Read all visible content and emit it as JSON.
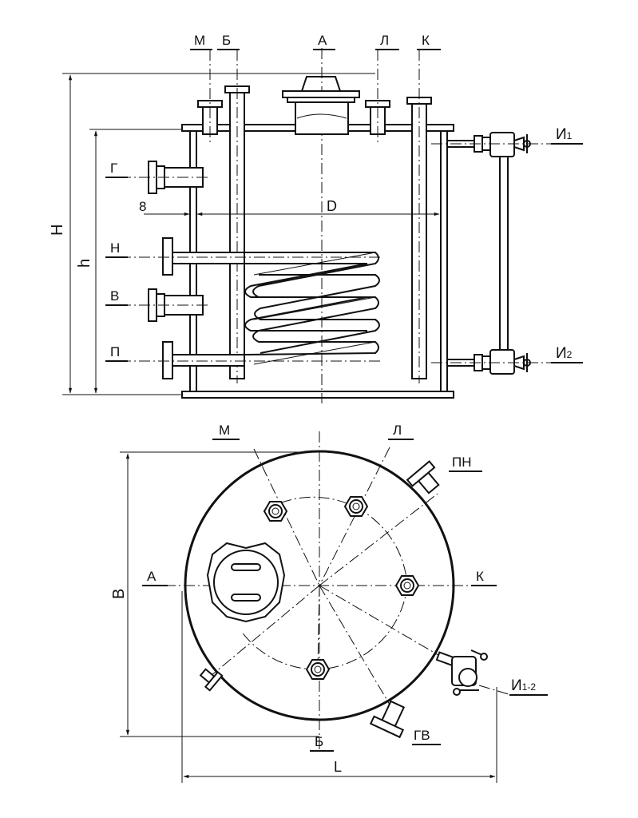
{
  "labels": {
    "M": "М",
    "B": "Б",
    "A": "А",
    "L": "Л",
    "K": "К",
    "G": "Г",
    "N": "Н",
    "V": "В",
    "P": "П",
    "I1_main": "И",
    "I1_sub": "1",
    "I2_main": "И",
    "I2_sub": "2",
    "I12_main": "И",
    "I12_sub": "1-2",
    "PN": "ПН",
    "GV": "ГВ",
    "wall": "8",
    "diameter": "D",
    "height_total": "H",
    "height_inner": "h",
    "plan_height": "В",
    "plan_length": "L"
  },
  "colors": {
    "line": "#111111",
    "background": "#ffffff"
  }
}
